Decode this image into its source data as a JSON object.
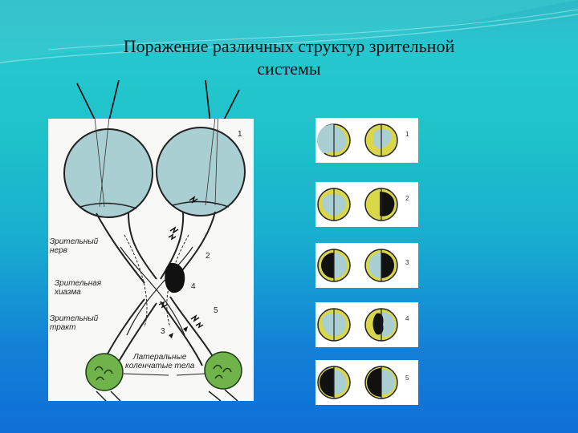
{
  "slide": {
    "title": "Поражение различных структур зрительной\nсистемы",
    "colors": {
      "background_top": "#27c7cf",
      "background_bottom": "#0f6fd8",
      "eye_fill": "#a9cfd3",
      "field_yellow": "#d9d64a",
      "lgn_green": "#6fb34a",
      "lesion_black": "#111111"
    }
  },
  "diagram": {
    "labels": {
      "optic_nerve": "Зрительный\nнерв",
      "chiasm": "Зрительная\nхиазма",
      "optic_tract": "Зрительный\nтракт",
      "lgn": "Латеральные\nколенчатые тела"
    },
    "lesion_numbers": [
      "1",
      "2",
      "3",
      "4",
      "5"
    ]
  },
  "visual_fields": {
    "rows": [
      {
        "number": "1"
      },
      {
        "number": "2"
      },
      {
        "number": "3"
      },
      {
        "number": "4"
      },
      {
        "number": "5"
      }
    ]
  }
}
